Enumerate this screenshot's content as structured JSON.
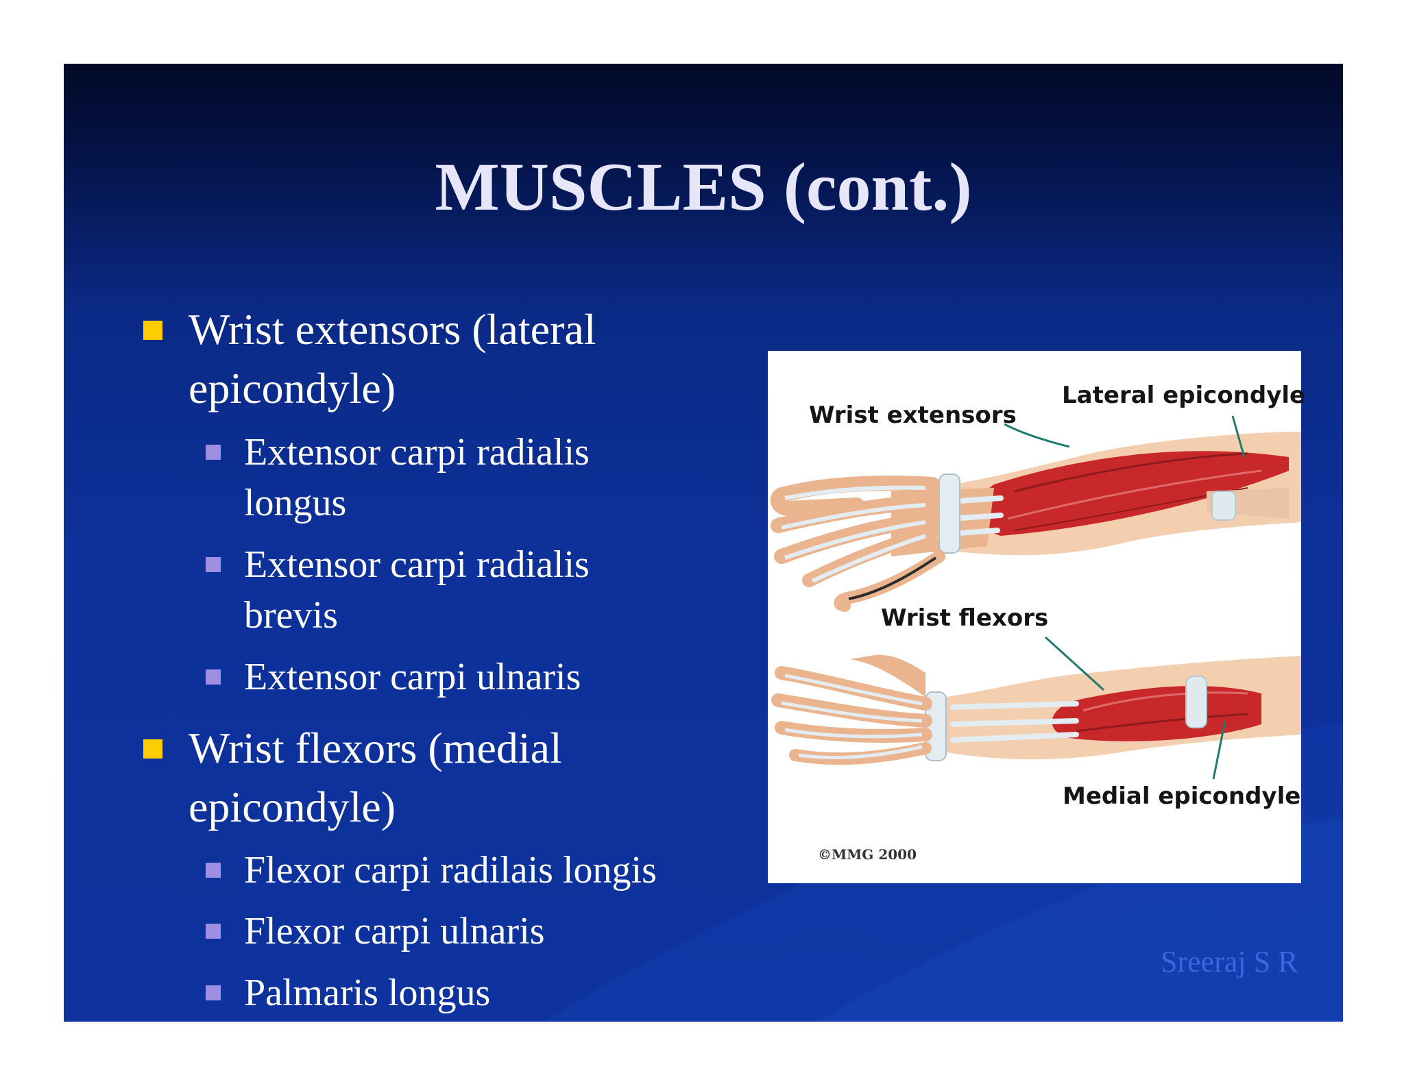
{
  "slide": {
    "title": "MUSCLES (cont.)",
    "items": [
      {
        "text": "Wrist extensors (lateral epicondyle)",
        "line1": "Wrist extensors (lateral",
        "line2": "epicondyle)",
        "subitems": [
          {
            "line1": "Extensor carpi radialis",
            "line2": "longus"
          },
          {
            "line1": "Extensor carpi radialis",
            "line2": "brevis"
          },
          {
            "line1": "Extensor carpi ulnaris"
          }
        ]
      },
      {
        "text": "Wrist flexors (medial epicondyle)",
        "line1": "Wrist flexors (medial",
        "line2": "epicondyle)",
        "subitems": [
          {
            "line1": "Flexor carpi radilais longis"
          },
          {
            "line1": "Flexor carpi ulnaris"
          },
          {
            "line1": "Palmaris longus"
          }
        ]
      }
    ],
    "author": "Sreeraj S R"
  },
  "figure": {
    "labels": {
      "wrist_extensors": "Wrist extensors",
      "lateral_epicondyle": "Lateral epicondyle",
      "wrist_flexors": "Wrist flexors",
      "medial_epicondyle": "Medial epicondyle"
    },
    "copyright": "©MMG 2000"
  },
  "colors": {
    "background_top": "#020a26",
    "background_main": "#0d3099",
    "title_text": "#e6e6f8",
    "bullet_level1": "#ffcc00",
    "bullet_level2": "#9f8fe2",
    "author_text": "#3a67e0",
    "muscle_red": "#c8282a",
    "skin": "#f3cfb0"
  }
}
